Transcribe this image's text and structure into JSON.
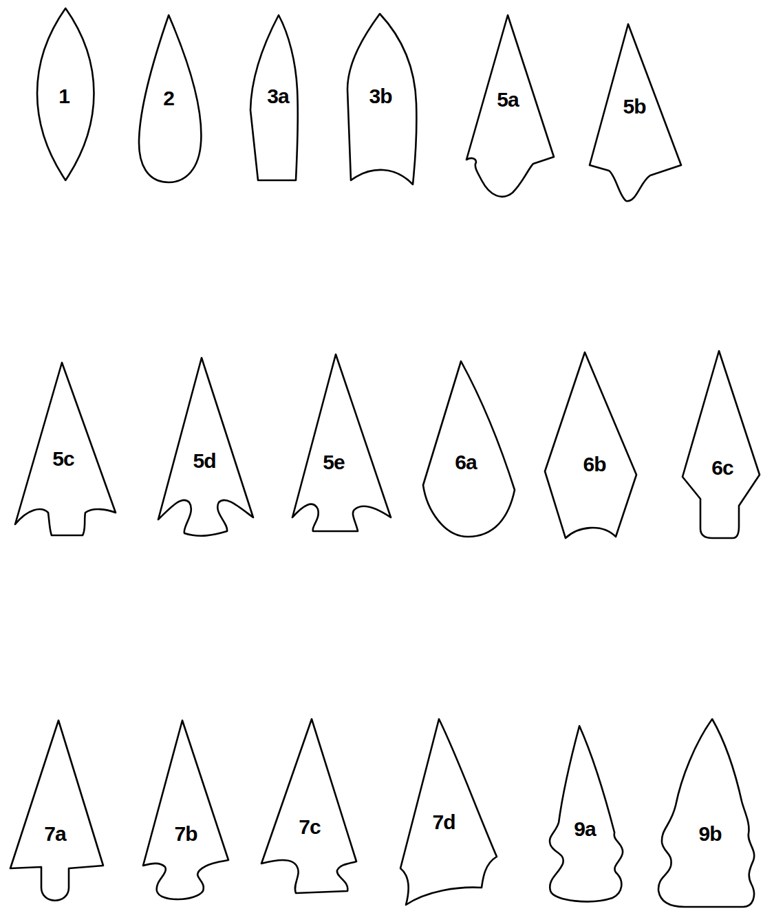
{
  "diagram": {
    "nodes": [
      {
        "text": [
          "1"
        ]
      },
      {
        "text": [
          "2"
        ]
      },
      {
        "text": [
          "3a"
        ]
      },
      {
        "text": [
          "3b"
        ]
      },
      {
        "text": [
          "5a"
        ]
      },
      {
        "text": [
          "5b"
        ]
      },
      {
        "text": [
          "5c"
        ]
      },
      {
        "text": [
          "5d"
        ]
      },
      {
        "text": [
          "5e"
        ]
      },
      {
        "text": [
          "6a"
        ]
      },
      {
        "text": [
          "6b"
        ]
      },
      {
        "text": [
          "6c"
        ]
      },
      {
        "text": [
          "7a"
        ]
      },
      {
        "text": [
          "7b"
        ]
      },
      {
        "text": [
          "7c"
        ]
      },
      {
        "text": [
          "7d"
        ]
      },
      {
        "text": [
          "9a"
        ]
      },
      {
        "text": [
          "9b"
        ]
      }
    ]
  }
}
